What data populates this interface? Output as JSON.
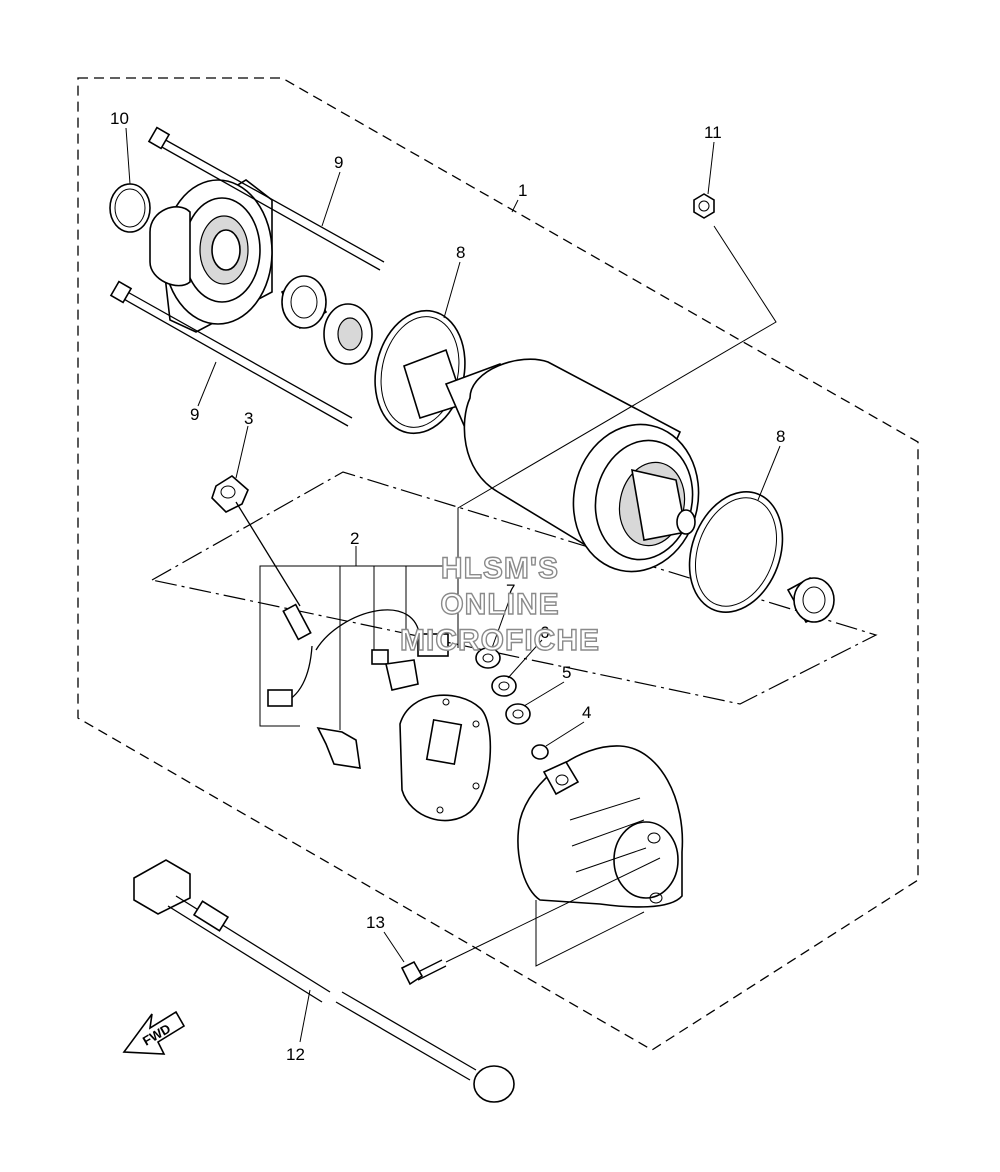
{
  "callouts": [
    {
      "id": "1",
      "label": "1"
    },
    {
      "id": "2",
      "label": "2"
    },
    {
      "id": "3",
      "label": "3"
    },
    {
      "id": "4",
      "label": "4"
    },
    {
      "id": "5",
      "label": "5"
    },
    {
      "id": "6",
      "label": "6"
    },
    {
      "id": "7",
      "label": "7"
    },
    {
      "id": "8a",
      "label": "8"
    },
    {
      "id": "8b",
      "label": "8"
    },
    {
      "id": "9a",
      "label": "9"
    },
    {
      "id": "9b",
      "label": "9"
    },
    {
      "id": "10",
      "label": "10"
    },
    {
      "id": "11",
      "label": "11"
    },
    {
      "id": "12",
      "label": "12"
    },
    {
      "id": "13",
      "label": "13"
    }
  ],
  "watermark": {
    "line1": "HLSM'S",
    "line2": "ONLINE",
    "line3": "MICROFICHE"
  },
  "direction_arrow": {
    "label": "FWD"
  }
}
